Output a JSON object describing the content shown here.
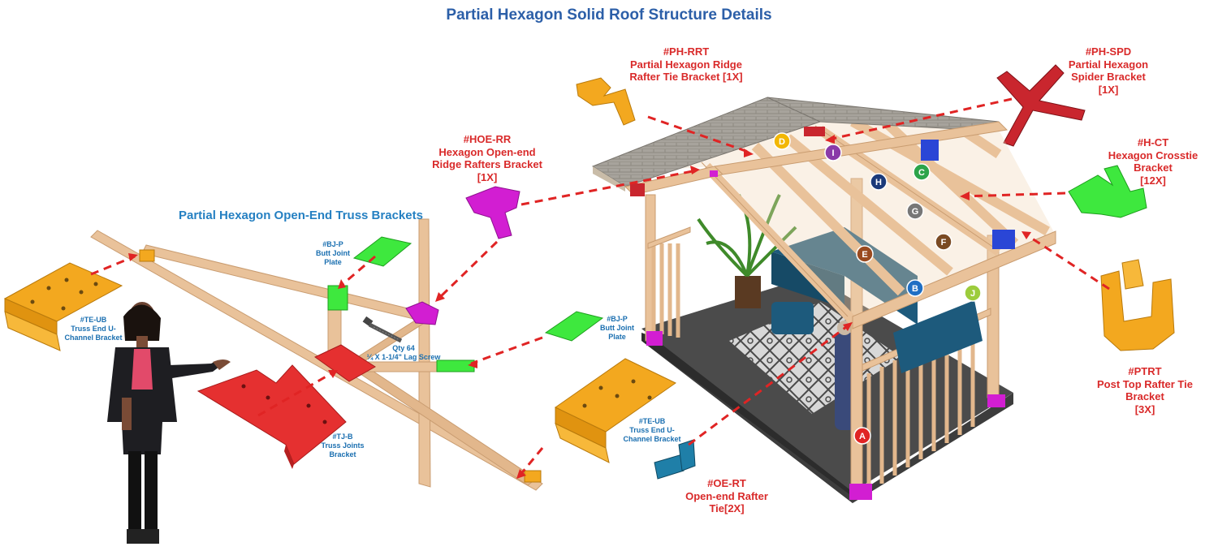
{
  "title": "Partial Hexagon Solid Roof Structure Details",
  "subtitle": "Partial Hexagon Open-End Truss Brackets",
  "colors": {
    "title": "#2c5fa8",
    "callout_red": "#d92a2a",
    "callout_blue": "#1a6fb0",
    "wood": "#e9c29a",
    "orange_bracket": "#f3a81f",
    "red_bracket": "#e53030",
    "green_plate": "#3ee83e",
    "magenta_bracket": "#d21ed2",
    "teal_bracket": "#1f7fa8"
  },
  "callouts": {
    "ph_rrt": {
      "code": "#PH-RRT",
      "line1": "Partial Hexagon Ridge",
      "line2": "Rafter Tie Bracket [1X]"
    },
    "ph_spd": {
      "code": "#PH-SPD",
      "line1": "Partial Hexagon",
      "line2": "Spider Bracket",
      "qty": "[1X]"
    },
    "hoe_rr": {
      "code": "#HOE-RR",
      "line1": "Hexagon Open-end",
      "line2": "Ridge Rafters Bracket",
      "qty": "[1X]"
    },
    "h_ct": {
      "code": "#H-CT",
      "line1": "Hexagon Crosstie",
      "line2": "Bracket",
      "qty": "[12X]"
    },
    "ptrt": {
      "code": "#PTRT",
      "line1": "Post Top Rafter Tie",
      "line2": "Bracket",
      "qty": "[3X]"
    },
    "oe_rt": {
      "code": "#OE-RT",
      "line1": "Open-end Rafter",
      "line2": "Tie[2X]"
    },
    "te_ub_left": {
      "code": "#TE-UB",
      "line1": "Truss End U-",
      "line2": "Channel Bracket"
    },
    "te_ub_mid": {
      "code": "#TE-UB",
      "line1": "Truss End U-",
      "line2": "Channel Bracket"
    },
    "bj_p_top": {
      "code": "#BJ-P",
      "line1": "Butt Joint",
      "line2": "Plate"
    },
    "bj_p_right": {
      "code": "#BJ-P",
      "line1": "Butt Joint",
      "line2": "Plate"
    },
    "tj_b": {
      "code": "#TJ-B",
      "line1": "Truss Joints",
      "line2": "Bracket"
    },
    "lag": {
      "line1": "Qty 64",
      "line2": "¼ X 1-1/4\" Lag Screw"
    }
  },
  "markers": [
    {
      "letter": "A",
      "color": "#e02424"
    },
    {
      "letter": "B",
      "color": "#1f6fc4"
    },
    {
      "letter": "C",
      "color": "#2ca44a"
    },
    {
      "letter": "D",
      "color": "#f2b705"
    },
    {
      "letter": "E",
      "color": "#9a4a1f"
    },
    {
      "letter": "F",
      "color": "#7a4a22"
    },
    {
      "letter": "G",
      "color": "#777777"
    },
    {
      "letter": "H",
      "color": "#1b3a7a"
    },
    {
      "letter": "I",
      "color": "#8a3aa8"
    },
    {
      "letter": "J",
      "color": "#9ccc3c"
    }
  ]
}
